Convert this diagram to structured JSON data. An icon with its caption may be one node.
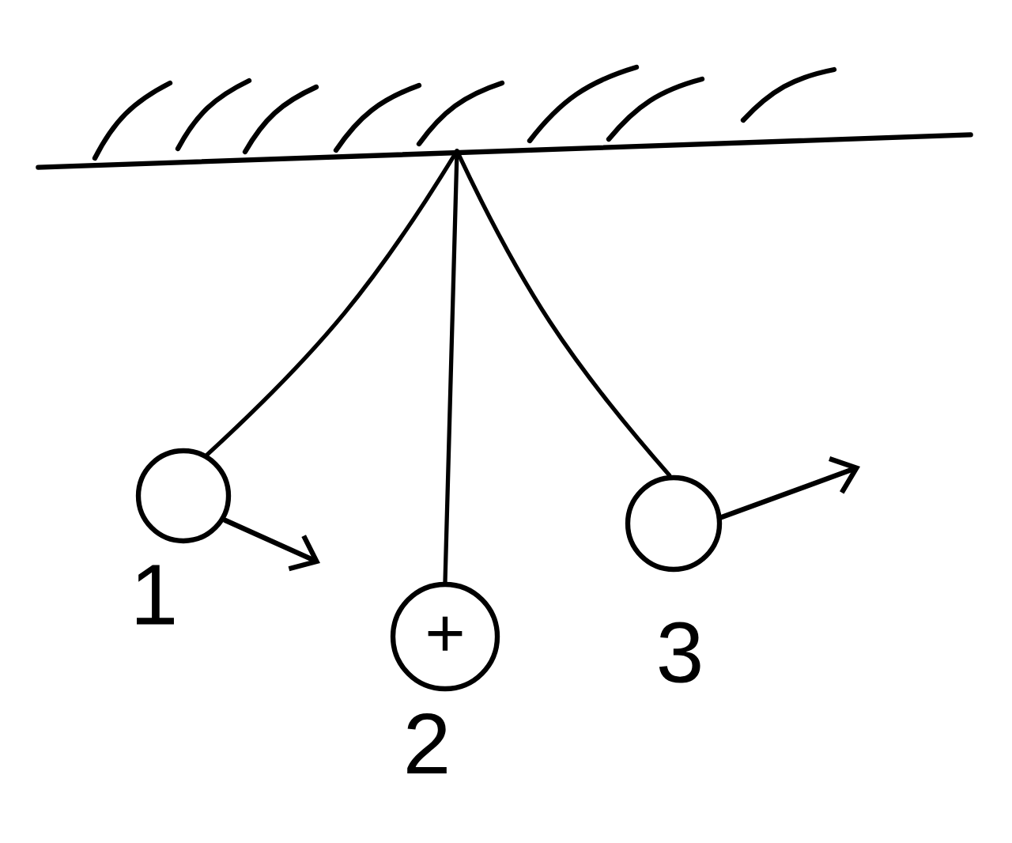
{
  "diagram": {
    "nodes": [
      {
        "text": [],
        "shape": "bar"
      },
      {
        "text": [],
        "shape": "circle",
        "beside": [
          "1"
        ]
      },
      {
        "text": [
          "+"
        ],
        "beside": [
          "2"
        ]
      },
      {
        "text": [],
        "shape": "circle",
        "beside": [
          "3"
        ]
      }
    ],
    "edges": [
      {
        "from": 0,
        "to": 1,
        "arrow": "none"
      },
      {
        "from": 0,
        "to": 2,
        "arrow": "none"
      },
      {
        "from": 0,
        "to": 3,
        "arrow": "none"
      }
    ]
  }
}
